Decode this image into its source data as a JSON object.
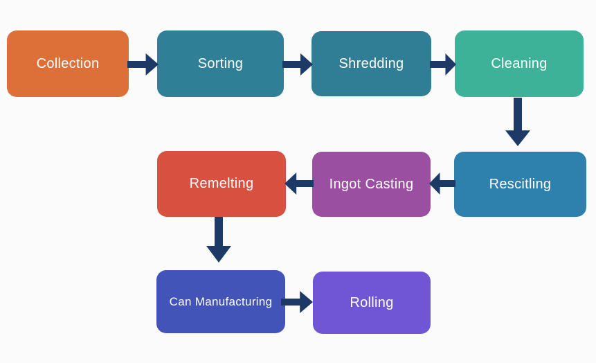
{
  "diagram": {
    "description": "Aluminum can recycling process flowchart",
    "background_color": "#fbfbfb",
    "arrow_color": "#1d3a66",
    "text_color": "#ffffff",
    "nodes": [
      {
        "id": "collection",
        "label": "Collection",
        "color": "#dd7038"
      },
      {
        "id": "sorting",
        "label": "Sorting",
        "color": "#2f7f96"
      },
      {
        "id": "shredding",
        "label": "Shredding",
        "color": "#2f7e96"
      },
      {
        "id": "cleaning",
        "label": "Cleaning",
        "color": "#3eb298"
      },
      {
        "id": "rescitling",
        "label": "Rescitling",
        "color": "#2e80ad"
      },
      {
        "id": "ingot-casting",
        "label": "Ingot Casting",
        "color": "#9a4fa0"
      },
      {
        "id": "remelting",
        "label": "Remelting",
        "color": "#d8503f"
      },
      {
        "id": "can-manufacturing",
        "label": "Can Manufacturing",
        "color": "#4254b7"
      },
      {
        "id": "rolling",
        "label": "Rolling",
        "color": "#7056d5"
      }
    ],
    "connections": [
      {
        "from": "Collection",
        "to": "Sorting",
        "direction": "right"
      },
      {
        "from": "Sorting",
        "to": "Shredding",
        "direction": "right"
      },
      {
        "from": "Shredding",
        "to": "Cleaning",
        "direction": "right"
      },
      {
        "from": "Cleaning",
        "to": "Rescitling",
        "direction": "down"
      },
      {
        "from": "Rescitling",
        "to": "Ingot Casting",
        "direction": "left"
      },
      {
        "from": "Ingot Casting",
        "to": "Remelting",
        "direction": "left"
      },
      {
        "from": "Remelting",
        "to": "Can Manufacturing",
        "direction": "down"
      },
      {
        "from": "Can Manufacturing",
        "to": "Rolling",
        "direction": "right"
      }
    ]
  }
}
